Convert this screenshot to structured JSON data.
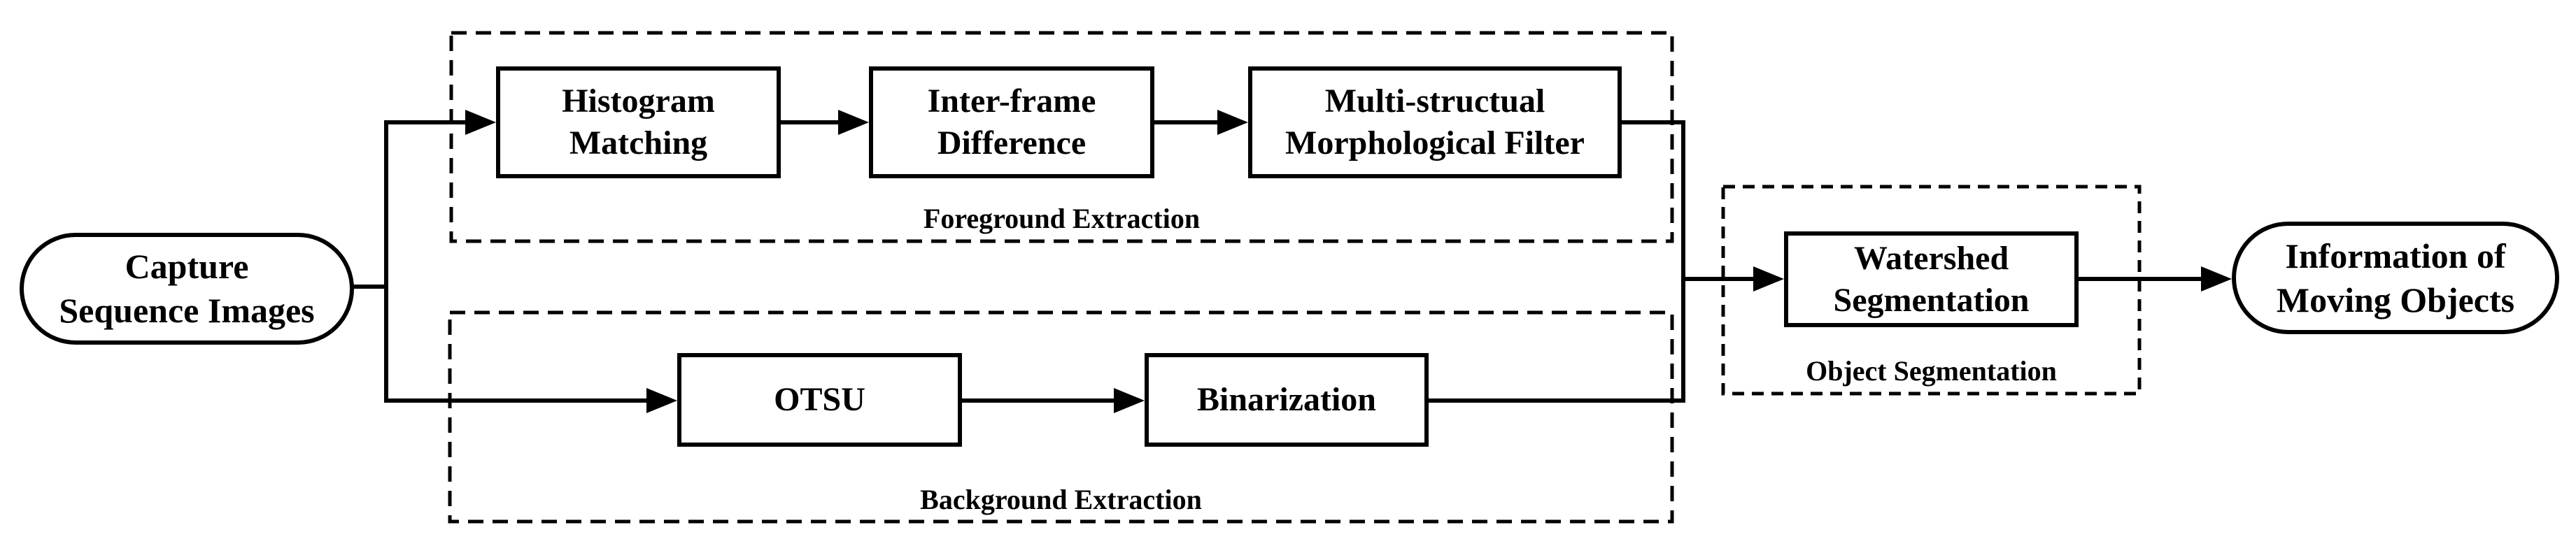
{
  "colors": {
    "ink": "#000000",
    "paper": "#ffffff"
  },
  "nodes": {
    "capture": {
      "line1": "Capture",
      "line2": "Sequence Images"
    },
    "histogram": {
      "line1": "Histogram",
      "line2": "Matching"
    },
    "interframe": {
      "line1": "Inter-frame",
      "line2": "Difference"
    },
    "morphological": {
      "line1": "Multi-structual",
      "line2": "Morphological Filter"
    },
    "otsu": {
      "line1": "OTSU"
    },
    "binarization": {
      "line1": "Binarization"
    },
    "watershed": {
      "line1": "Watershed",
      "line2": "Segmentation"
    },
    "information": {
      "line1": "Information of",
      "line2": "Moving Objects"
    }
  },
  "groups": {
    "foreground": {
      "label": "Foreground Extraction"
    },
    "background": {
      "label": "Background Extraction"
    },
    "object": {
      "label": "Object Segmentation"
    }
  },
  "edges": [
    {
      "from": "capture",
      "to": "histogram"
    },
    {
      "from": "capture",
      "to": "otsu"
    },
    {
      "from": "histogram",
      "to": "interframe"
    },
    {
      "from": "interframe",
      "to": "morphological"
    },
    {
      "from": "otsu",
      "to": "binarization"
    },
    {
      "from": "morphological",
      "to": "watershed"
    },
    {
      "from": "binarization",
      "to": "watershed"
    },
    {
      "from": "watershed",
      "to": "information"
    }
  ]
}
